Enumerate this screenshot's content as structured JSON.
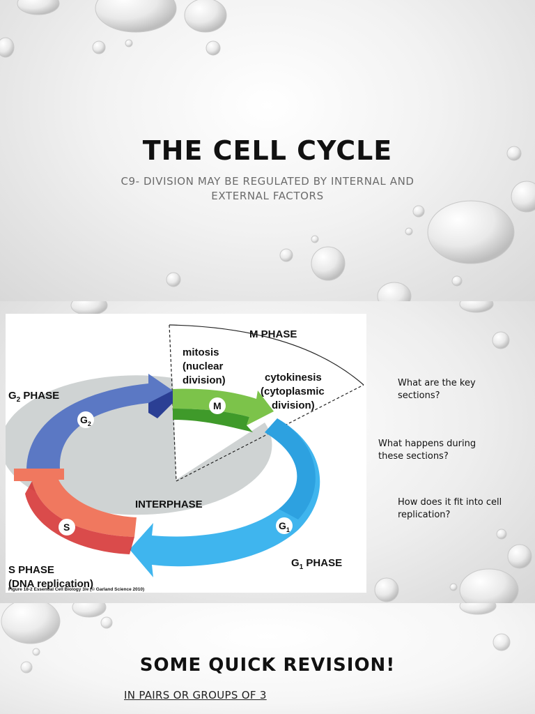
{
  "slide1": {
    "title": "THE CELL CYCLE",
    "subtitle": "C9- DIVISION MAY BE REGULATED BY INTERNAL AND EXTERNAL FACTORS"
  },
  "slide2": {
    "diagram": {
      "m_phase": "M PHASE",
      "mitosis_1": "mitosis",
      "mitosis_2": "(nuclear",
      "mitosis_3": "division)",
      "cyto_1": "cytokinesis",
      "cyto_2": "(cytoplasmic",
      "cyto_3": "division)",
      "g2_phase": "G",
      "g2_sub": "2",
      "g2_phase_word": " PHASE",
      "g2_badge": "G",
      "g2_badge_sub": "2",
      "m_badge": "M",
      "interphase": "INTERPHASE",
      "s_badge": "S",
      "g1_badge": "G",
      "g1_badge_sub": "1",
      "s_phase": "S PHASE",
      "s_phase_2": "(DNA replication)",
      "g1_phase": "G",
      "g1_sub": "1",
      "g1_phase_word": " PHASE",
      "caption": "Figure 18-2 Essential Cell Biology 3/e (© Garland Science 2010)"
    },
    "questions": {
      "q1": "What are the key sections?",
      "q2": "What happens during these sections?",
      "q3": "How does it fit into cell replication?"
    }
  },
  "slide3": {
    "title": "SOME QUICK REVISION!",
    "subtitle": "IN PAIRS OR GROUPS OF 3"
  },
  "colors": {
    "g2_blue": "#5b78c4",
    "m_green": "#7cc34a",
    "g1_cyan": "#3fb5ee",
    "s_red": "#f0785f",
    "interphase_gray": "#cfd3d3"
  }
}
